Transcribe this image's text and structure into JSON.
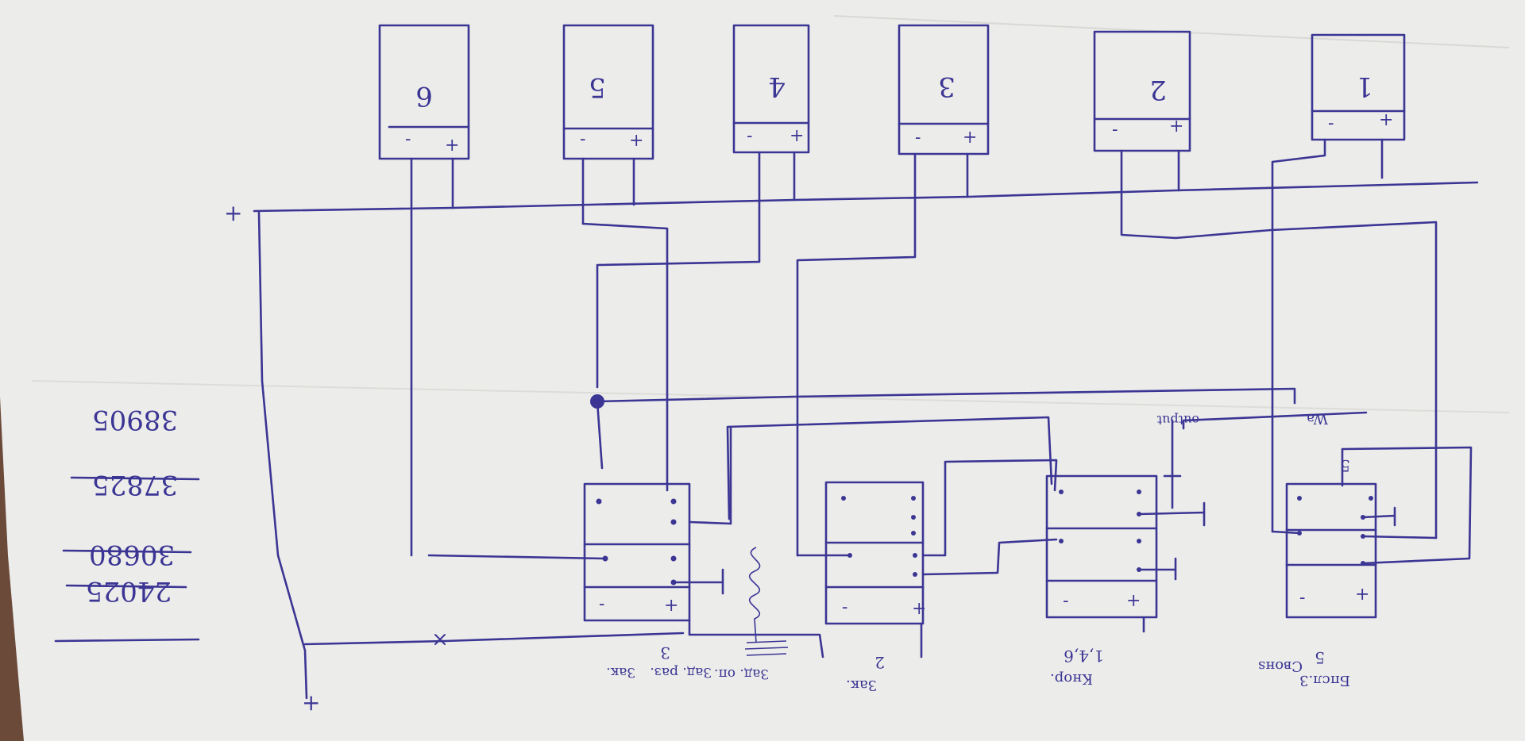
{
  "colors": {
    "paper": "#ececea",
    "ink": "#3b3594",
    "background": "#6b4a3a"
  },
  "cells": [
    {
      "id": "6",
      "number": "6",
      "minus": "-",
      "plus": "+"
    },
    {
      "id": "5",
      "number": "5",
      "minus": "-",
      "plus": "+"
    },
    {
      "id": "4",
      "number": "4",
      "minus": "-",
      "plus": "+"
    },
    {
      "id": "3",
      "number": "3",
      "minus": "-",
      "plus": "+"
    },
    {
      "id": "2",
      "number": "2",
      "minus": "-",
      "plus": "+"
    },
    {
      "id": "1",
      "number": "1",
      "minus": "-",
      "plus": "+"
    }
  ],
  "relays": [
    {
      "id": "r3",
      "minus": "-",
      "plus": "+",
      "caption": "3"
    },
    {
      "id": "r2",
      "minus": "-",
      "plus": "+",
      "caption": "2"
    },
    {
      "id": "r146",
      "minus": "-",
      "plus": "+",
      "caption": "1,4,6"
    },
    {
      "id": "r5",
      "minus": "-",
      "plus": "+",
      "caption": "5",
      "top_mark": "5"
    }
  ],
  "rail_labels": {
    "top_plus": "+",
    "bottom_plus": "+"
  },
  "side_numbers": [
    "38905",
    "37825",
    "30680",
    "24025"
  ],
  "notes": {
    "relay3": [
      "Зак.",
      "Зад. раз.",
      "Зад. оп."
    ],
    "relay2": [
      "Зак."
    ],
    "relay146": [
      "Кнор."
    ],
    "relay5": [
      "Бпсл.3",
      "Свонs"
    ],
    "small_labels": [
      "Wa",
      "output"
    ]
  }
}
